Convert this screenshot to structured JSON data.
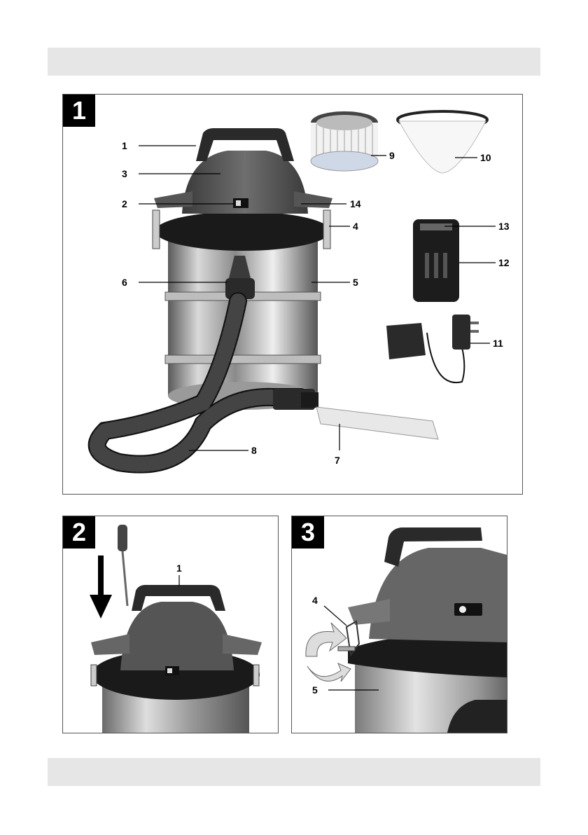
{
  "page": {
    "top_band_text": "",
    "bottom_band_text": ""
  },
  "figure1": {
    "number": "1",
    "labels": {
      "l1": "1",
      "l2": "2",
      "l3": "3",
      "l4": "4",
      "l5": "5",
      "l6": "6",
      "l7": "7",
      "l8": "8",
      "l9": "9",
      "l10": "10",
      "l11": "11",
      "l12": "12",
      "l13": "13",
      "l14": "14"
    }
  },
  "figure2": {
    "number": "2",
    "labels": {
      "l1": "1"
    }
  },
  "figure3": {
    "number": "3",
    "labels": {
      "l4": "4",
      "l5": "5"
    }
  }
}
